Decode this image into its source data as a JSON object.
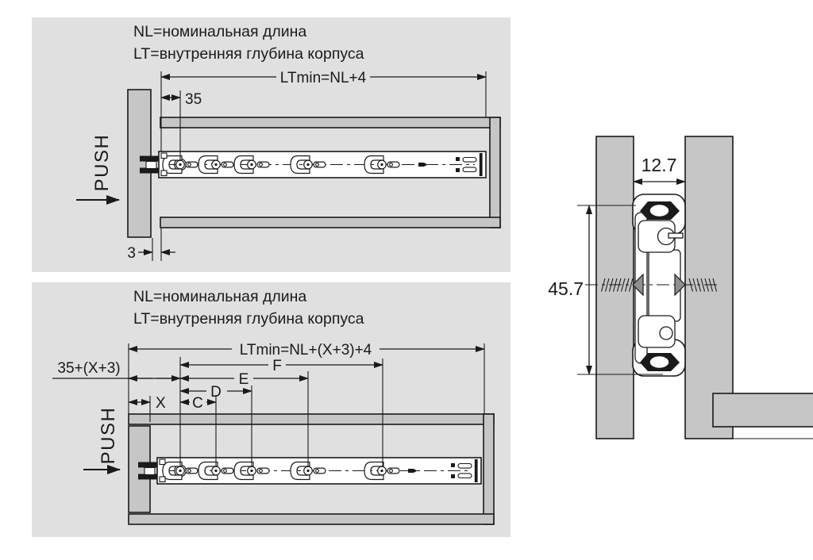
{
  "colors": {
    "page_bg": "#ffffff",
    "panel_bg": "#e0e0e0",
    "wood_fill": "#c6c6c6",
    "rail_fill": "#ffffff",
    "line": "#1a1a1a",
    "screw_fill": "#8f8f8f"
  },
  "top_view": {
    "legend": [
      "NL=номинальная длина",
      "LT=внутренняя глубина корпуса"
    ],
    "dims": {
      "depth": "LTmin=NL+4",
      "front_offset": "35",
      "gap": "3"
    },
    "push": "PUSH"
  },
  "bottom_view": {
    "legend": [
      "NL=номинальная длина",
      "LT=внутренняя глубина корпуса"
    ],
    "dims": {
      "depth": "LTmin=NL+(X+3)+4",
      "front_offset": "35+(X+3)",
      "x": "X",
      "c": "C",
      "d": "D",
      "e": "E",
      "f": "F"
    },
    "push": "PUSH"
  },
  "cross_section": {
    "dims": {
      "width": "12.7",
      "height": "45.7"
    }
  }
}
